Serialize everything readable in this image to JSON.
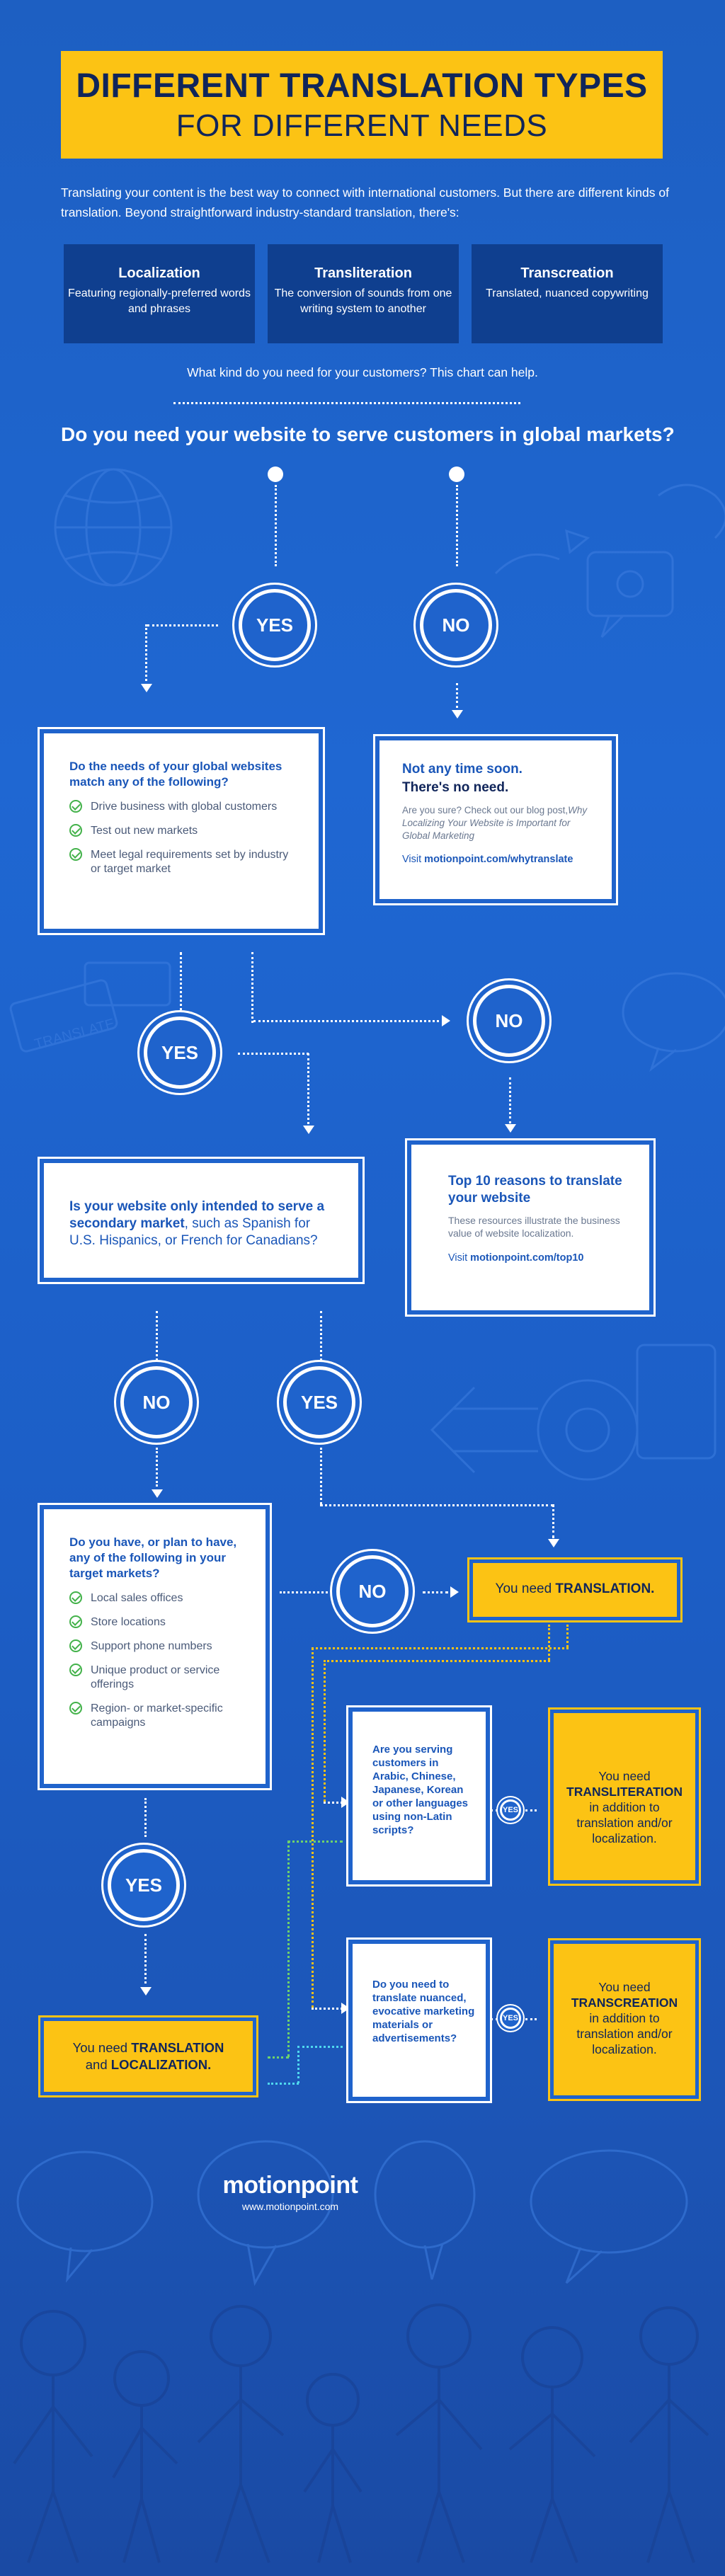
{
  "title": {
    "line1": "DIFFERENT TRANSLATION TYPES",
    "line2": "FOR DIFFERENT NEEDS"
  },
  "intro": "Translating your content is the best way to connect with international customers. But there are different kinds of translation. Beyond straightforward industry-standard translation, there's:",
  "types": [
    {
      "title": "Localization",
      "desc": "Featuring regionally-preferred words and phrases"
    },
    {
      "title": "Transliteration",
      "desc": "The conversion of sounds from one writing system to another"
    },
    {
      "title": "Transcreation",
      "desc": "Translated, nuanced copywriting"
    }
  ],
  "help": "What kind do you need for your customers? This chart can help.",
  "main_question": "Do you need your website to serve customers in global markets?",
  "labels": {
    "yes": "YES",
    "no": "NO"
  },
  "card_global": {
    "question": "Do the needs of your global websites match any of the following?",
    "items": [
      "Drive business with global customers",
      "Test out new markets",
      "Meet legal requirements set by industry or target market"
    ]
  },
  "card_not_any": {
    "title1": "Not any time soon.",
    "title2": "There's no need.",
    "body1": "Are you sure? Check out our blog post,",
    "body_italic": "Why Localizing Your Website is Important for Global Marketing",
    "visit": "Visit",
    "link": "motionpoint.com/whytranslate"
  },
  "card_top10": {
    "title": "Top 10 reasons to translate your website",
    "body": "These resources illustrate the business value of website localization.",
    "visit": "Visit",
    "link": "motionpoint.com/top10"
  },
  "card_secondary": {
    "q1": "Is your website only intended to serve a ",
    "q_bold": "secondary market",
    "q2": ", such as Spanish for U.S. Hispanics, or French for Canadians?"
  },
  "card_target": {
    "question": "Do you have, or plan to have, any of the following in your target markets?",
    "items": [
      "Local sales offices",
      "Store locations",
      "Support phone numbers",
      "Unique product or service offerings",
      "Region- or market-specific campaigns"
    ]
  },
  "result_translation": {
    "prefix": "You need ",
    "bold": "TRANSLATION."
  },
  "result_tl": {
    "prefix": "You need ",
    "bold1": "TRANSLATION",
    "and": " and ",
    "bold2": "LOCALIZATION."
  },
  "card_scripts": {
    "question": "Are you serving customers in Arabic, Chinese, Japanese, Korean or other languages using non-Latin scripts?"
  },
  "result_transliteration": {
    "l1": "You need",
    "bold": "TRANSLITERATION",
    "l3": "in addition to translation and/or localization."
  },
  "card_nuanced": {
    "question": "Do you need to translate nuanced, evocative marketing materials or advertisements?"
  },
  "result_transcreation": {
    "l1": "You need",
    "bold": "TRANSCREATION",
    "l3": "in addition to translation and/or localization."
  },
  "logo": {
    "name": "motionpoint",
    "url": "www.motionpoint.com"
  },
  "colors": {
    "background": "#1f63cc",
    "yellow": "#fcc314",
    "navy": "#10255a",
    "green": "#43b24a"
  }
}
